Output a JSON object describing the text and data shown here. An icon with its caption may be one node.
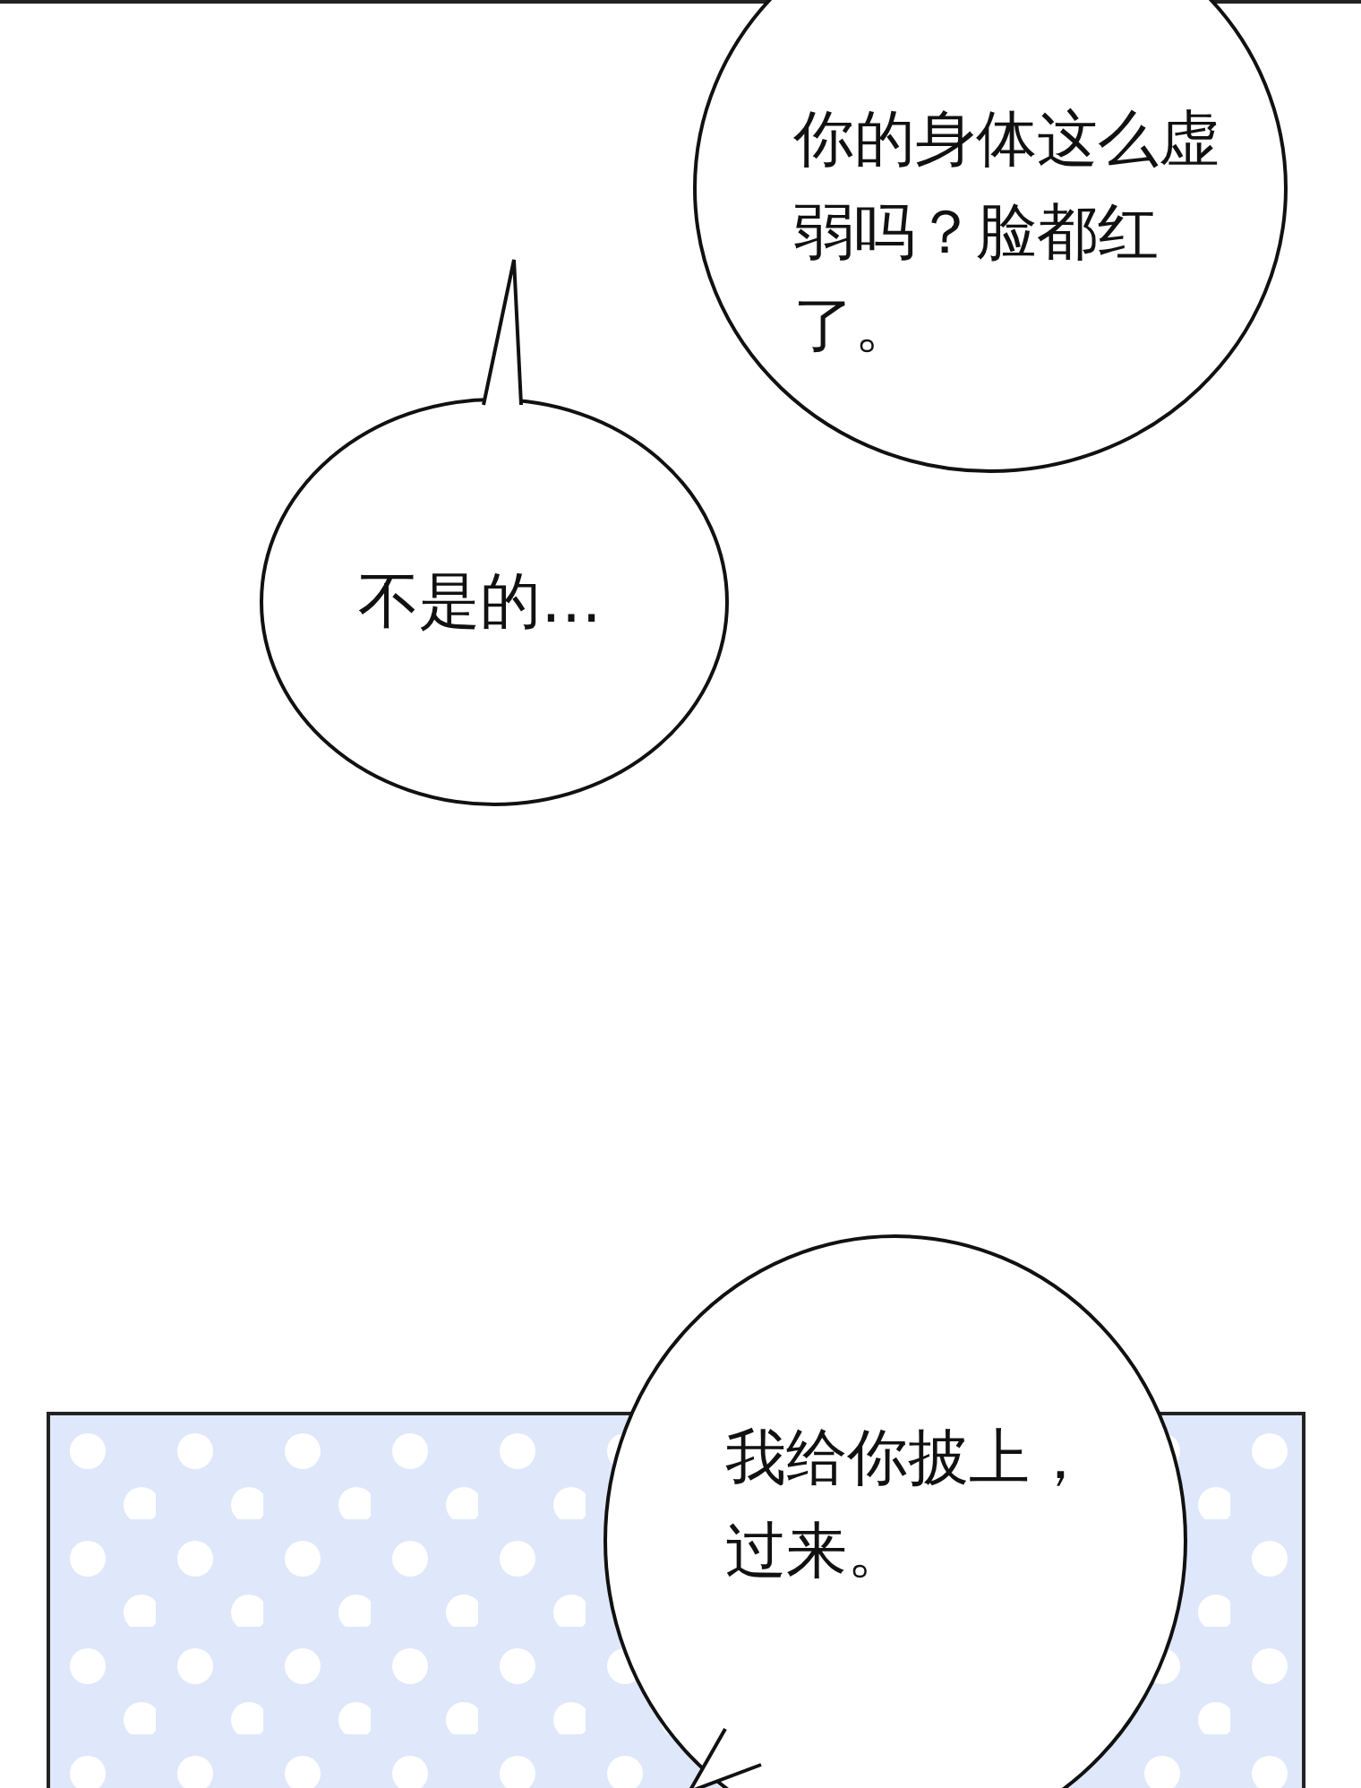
{
  "diagram": {
    "nodes": [
      {
        "text": [
          "你的身体这么虚弱吗？脸都红了。"
        ]
      },
      {
        "text": [
          "不是的…"
        ]
      },
      {
        "text": [
          "我给你披上，过来。"
        ]
      }
    ]
  }
}
